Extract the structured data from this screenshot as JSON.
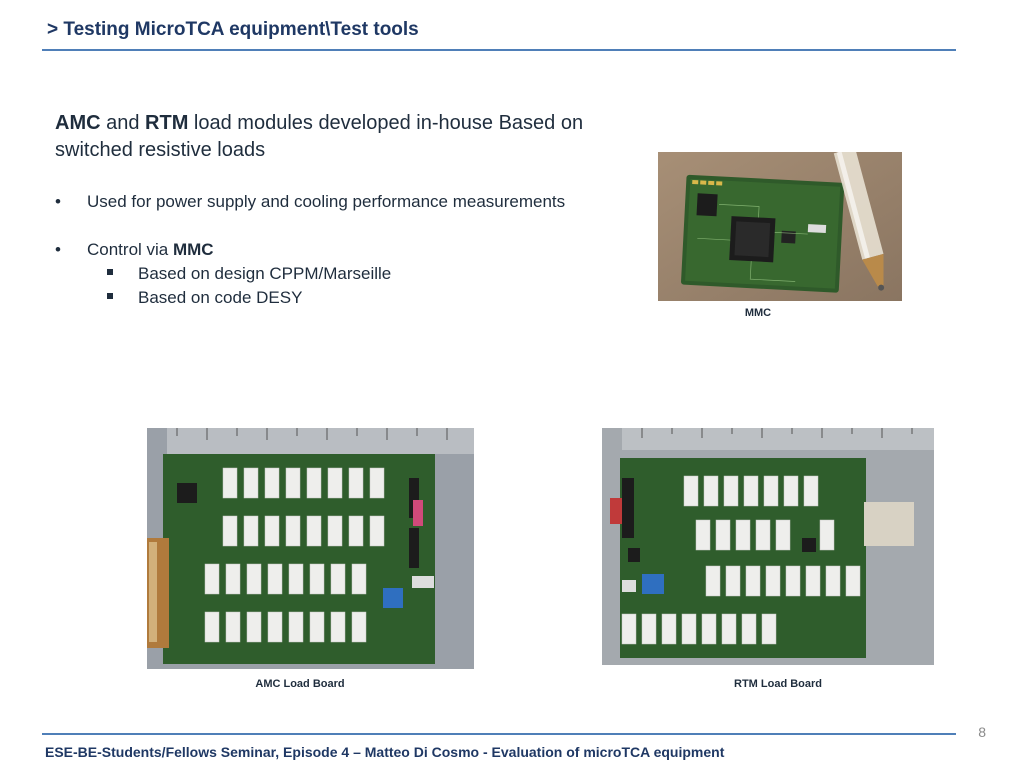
{
  "slide": {
    "title": "> Testing MicroTCA equipment\\Test tools",
    "heading": {
      "part1_bold": "AMC",
      "part2": " and ",
      "part3_bold": "RTM",
      "part4": " load modules developed in-house Based on switched resistive loads"
    },
    "bullets": {
      "b1": "Used for power supply and cooling performance measurements",
      "b2_prefix": "Control via ",
      "b2_bold": "MMC",
      "sub1": "Based on design CPPM/Marseille",
      "sub2": "Based on code DESY"
    },
    "captions": {
      "mmc": "MMC",
      "amc": "AMC Load Board",
      "rtm": "RTM Load Board"
    },
    "footer": "ESE-BE-Students/Fellows Seminar, Episode 4 – Matteo Di Cosmo - Evaluation of microTCA equipment",
    "page_number": "8"
  }
}
